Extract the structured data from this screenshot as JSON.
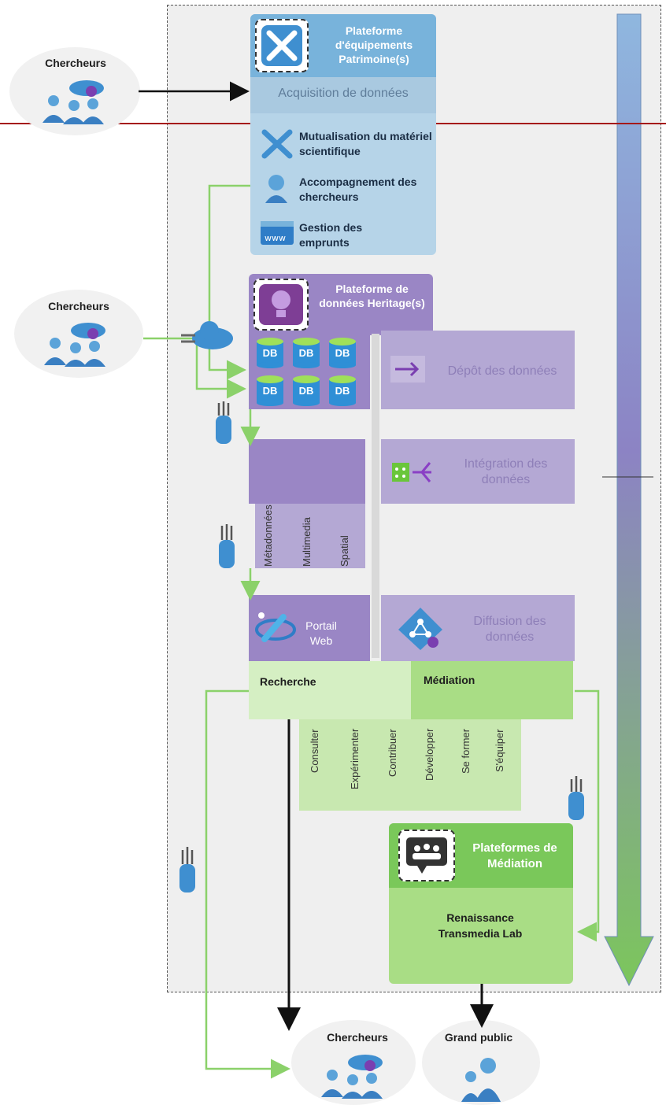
{
  "actors": {
    "top": "Chercheurs",
    "middle": "Chercheurs",
    "bottom_left": "Chercheurs",
    "bottom_right": "Grand public"
  },
  "equipements": {
    "title": "Plateforme d'équipements Patrimoine(s)",
    "subtitle": "Acquisition de données",
    "items": [
      {
        "label": "Mutualisation du matériel scientifique",
        "icon": "tools-icon"
      },
      {
        "label": "Accompagnement des chercheurs",
        "icon": "support-person-icon"
      },
      {
        "label": "Gestion des emprunts",
        "icon": "web-window-icon"
      }
    ]
  },
  "donnees": {
    "title": "Plateforme de données Heritage(s)",
    "db_label": "DB",
    "depot": "Dépôt des données",
    "integration": "Intégration des données",
    "categories": [
      "Métadonnées",
      "Multimedia",
      "Spatial"
    ],
    "portail": "Portail Web",
    "diffusion": "Diffusion des données"
  },
  "usage": {
    "recherche": "Recherche",
    "mediation": "Médiation",
    "actions": [
      "Consulter",
      "Expérimenter",
      "Contribuer",
      "Développer",
      "Se former",
      "S'équiper"
    ]
  },
  "mediation_platform": {
    "title": "Plateformes de Médiation",
    "body": "Renaissance Transmedia Lab"
  },
  "colors": {
    "blue_box": "#b6d4e8",
    "blue_header": "#78b3db",
    "purple_box": "#b4a8d4",
    "purple_header": "#9a86c5",
    "green_light": "#d5efc3",
    "green_mid": "#a9dd85",
    "green_header": "#7ac85a",
    "arrow_green": "#8bd16a"
  }
}
